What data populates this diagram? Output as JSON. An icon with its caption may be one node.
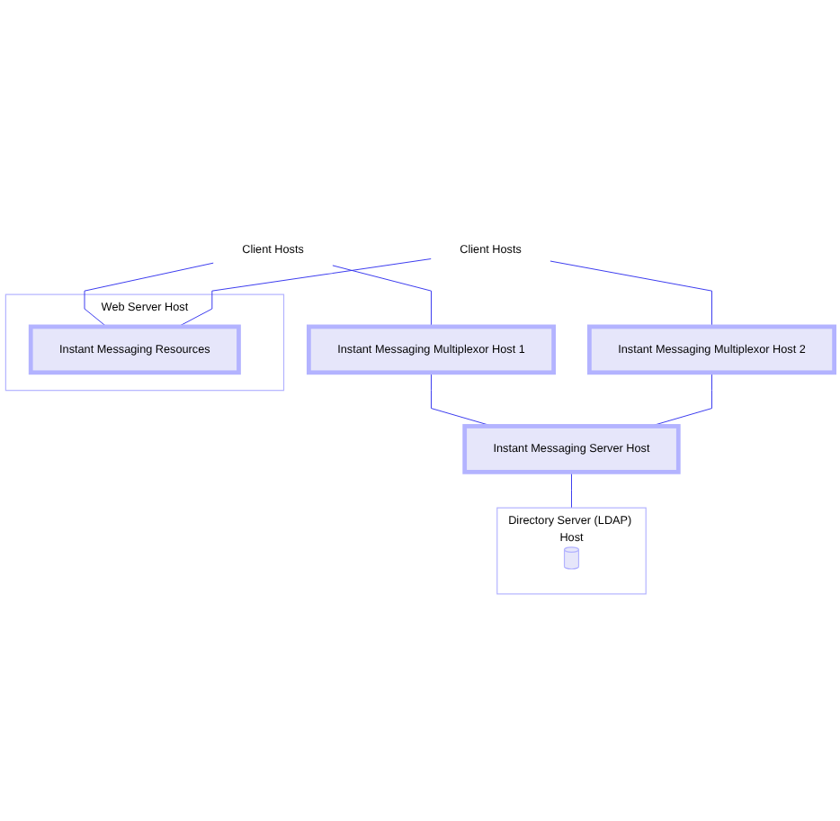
{
  "diagram": {
    "nodes": [
      {
        "text": [
          "Client Hosts"
        ]
      },
      {
        "text": [
          "Client Hosts"
        ]
      },
      {
        "text": [
          "Web Server Host"
        ]
      },
      {
        "text": [
          "Instant Messaging Resources"
        ],
        "in": 2
      },
      {
        "text": [
          "Instant Messaging Multiplexor Host 1"
        ]
      },
      {
        "text": [
          "Instant Messaging Multiplexor Host 2"
        ]
      },
      {
        "text": [
          "Instant Messaging Server Host"
        ]
      },
      {
        "text": [
          "Directory Server (LDAP) Host"
        ]
      },
      {
        "text": [],
        "shape": "cylinder",
        "in": 7
      }
    ],
    "edges": [
      {
        "from": 0,
        "to": 3,
        "arrow": "none"
      },
      {
        "from": 1,
        "to": 3,
        "arrow": "none"
      },
      {
        "from": 0,
        "to": 4,
        "arrow": "none"
      },
      {
        "from": 1,
        "to": 5,
        "arrow": "none"
      },
      {
        "from": 4,
        "to": 6,
        "arrow": "none"
      },
      {
        "from": 5,
        "to": 6,
        "arrow": "none"
      },
      {
        "from": 6,
        "to": 7,
        "arrow": "none"
      }
    ]
  }
}
